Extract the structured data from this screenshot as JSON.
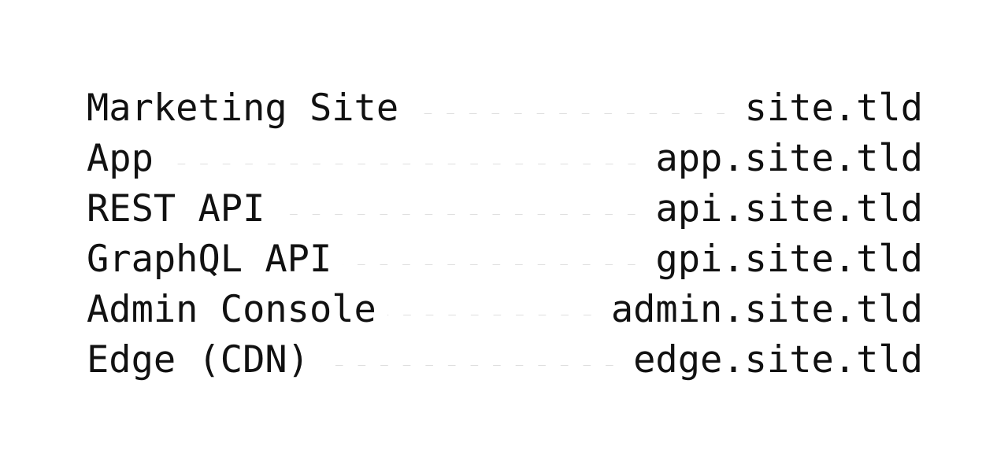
{
  "page": {
    "background_color": "#ffffff",
    "text_color": "#111111",
    "leader_dot_color": "#dedede",
    "leader_style": "dotted"
  },
  "listing": {
    "type": "dot-leader-list",
    "entries": [
      {
        "label": "Marketing Site",
        "value": "site.tld"
      },
      {
        "label": "App",
        "value": "app.site.tld"
      },
      {
        "label": "REST API",
        "value": "api.site.tld"
      },
      {
        "label": "GraphQL API",
        "value": "gpi.site.tld"
      },
      {
        "label": "Admin Console",
        "value": "admin.site.tld"
      },
      {
        "label": "Edge (CDN)",
        "value": "edge.site.tld"
      }
    ]
  }
}
